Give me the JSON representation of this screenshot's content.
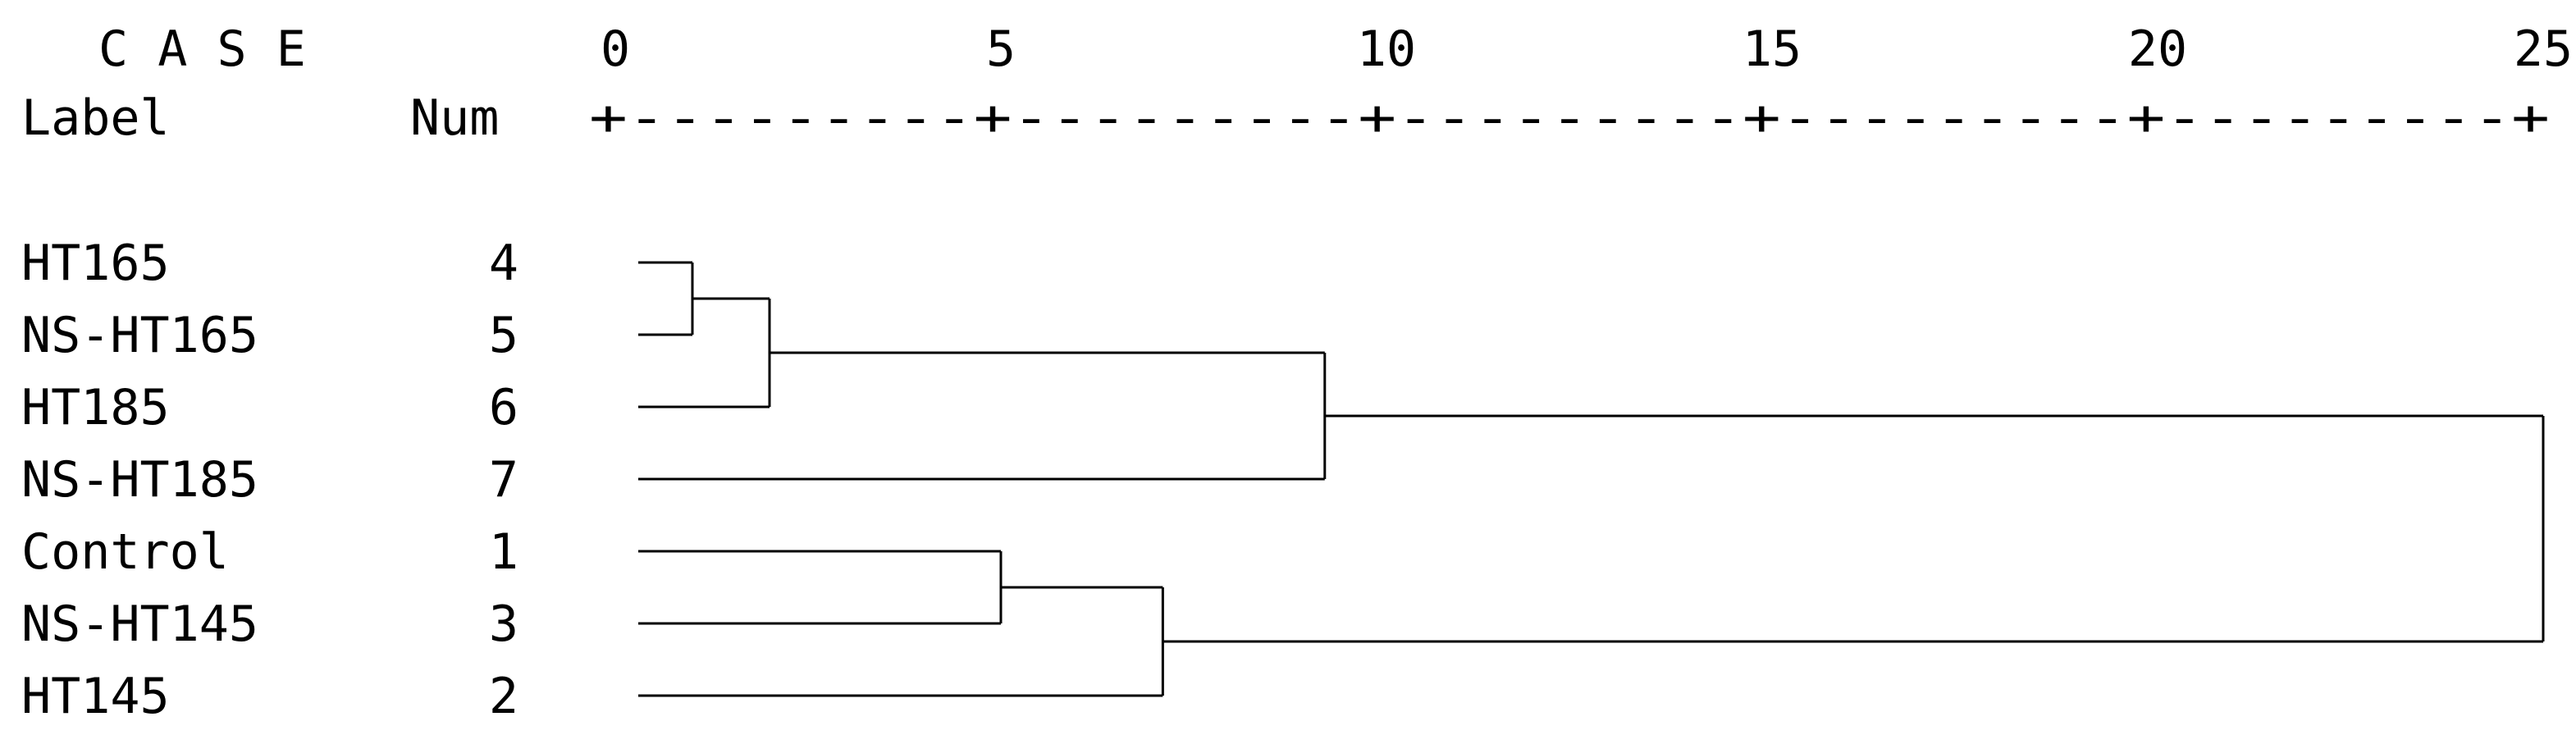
{
  "header": {
    "case_label": "C A S E",
    "label_column": "Label",
    "num_column": "Num",
    "rescaled_distance_ticks": [
      "0",
      "5",
      "10",
      "15",
      "20",
      "25"
    ],
    "scale_rule": "+---------+---------+---------+---------+---------+"
  },
  "cases": [
    {
      "label": "HT165",
      "num": "4"
    },
    {
      "label": "NS-HT165",
      "num": "5"
    },
    {
      "label": "HT185",
      "num": "6"
    },
    {
      "label": "NS-HT185",
      "num": "7"
    },
    {
      "label": "Control",
      "num": "1"
    },
    {
      "label": "NS-HT145",
      "num": "3"
    },
    {
      "label": "HT145",
      "num": "2"
    }
  ],
  "merges": [
    {
      "rows": [
        0,
        1
      ],
      "distance": 1.0
    },
    {
      "rows": [
        [
          0,
          1
        ],
        2
      ],
      "distance": 2.0
    },
    {
      "rows": [
        [
          0,
          1,
          2
        ],
        3
      ],
      "distance": 9.2
    },
    {
      "rows": [
        4,
        5
      ],
      "distance": 5.0
    },
    {
      "rows": [
        [
          4,
          5
        ],
        6
      ],
      "distance": 7.1
    },
    {
      "rows": [
        [
          0,
          1,
          2,
          3
        ],
        [
          4,
          5,
          6
        ]
      ],
      "distance": 25.0
    }
  ],
  "colors": {
    "ink": "#000000",
    "background": "#ffffff"
  }
}
